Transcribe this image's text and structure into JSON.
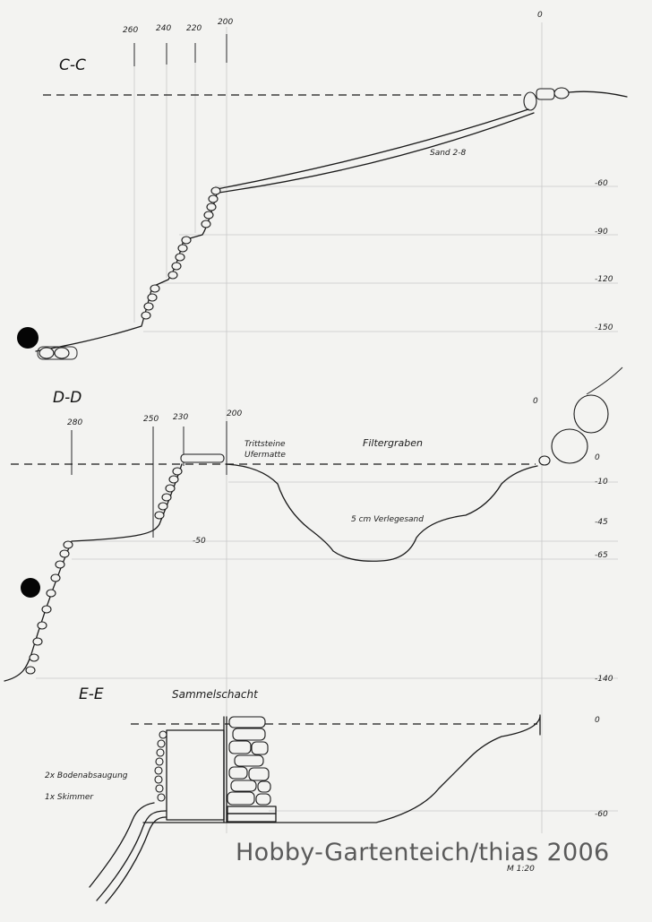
{
  "sections": {
    "cc": {
      "title": "C-C",
      "top_labels": [
        "260",
        "240",
        "220",
        "200"
      ],
      "zero_top": "0",
      "depths": [
        "-60",
        "-90",
        "-120",
        "-150"
      ],
      "annotation": "Sand 2-8"
    },
    "dd": {
      "title": "D-D",
      "top_labels": [
        "280",
        "250",
        "230",
        "200"
      ],
      "zero_top": "0",
      "depths": [
        "0",
        "-10",
        "-45",
        "-65",
        "-140"
      ],
      "annotations": {
        "trittsteine": "Trittsteine",
        "ufermatte": "Ufermatte",
        "filtergraben": "Filtergraben",
        "verlegesand": "5 cm Verlegesand",
        "minus50": "-50"
      }
    },
    "ee": {
      "title": "E-E",
      "heading": "Sammelschacht",
      "depths": [
        "0",
        "-60"
      ],
      "notes": [
        "2x Bodenabsaugung",
        "1x Skimmer"
      ],
      "scale": "M 1:20"
    }
  },
  "watermark": "Hobby-Gartenteich/thias 2006",
  "colors": {
    "paper": "#f3f3f1",
    "ink": "#1a1a1a",
    "watermark": "#5a5a5a"
  }
}
